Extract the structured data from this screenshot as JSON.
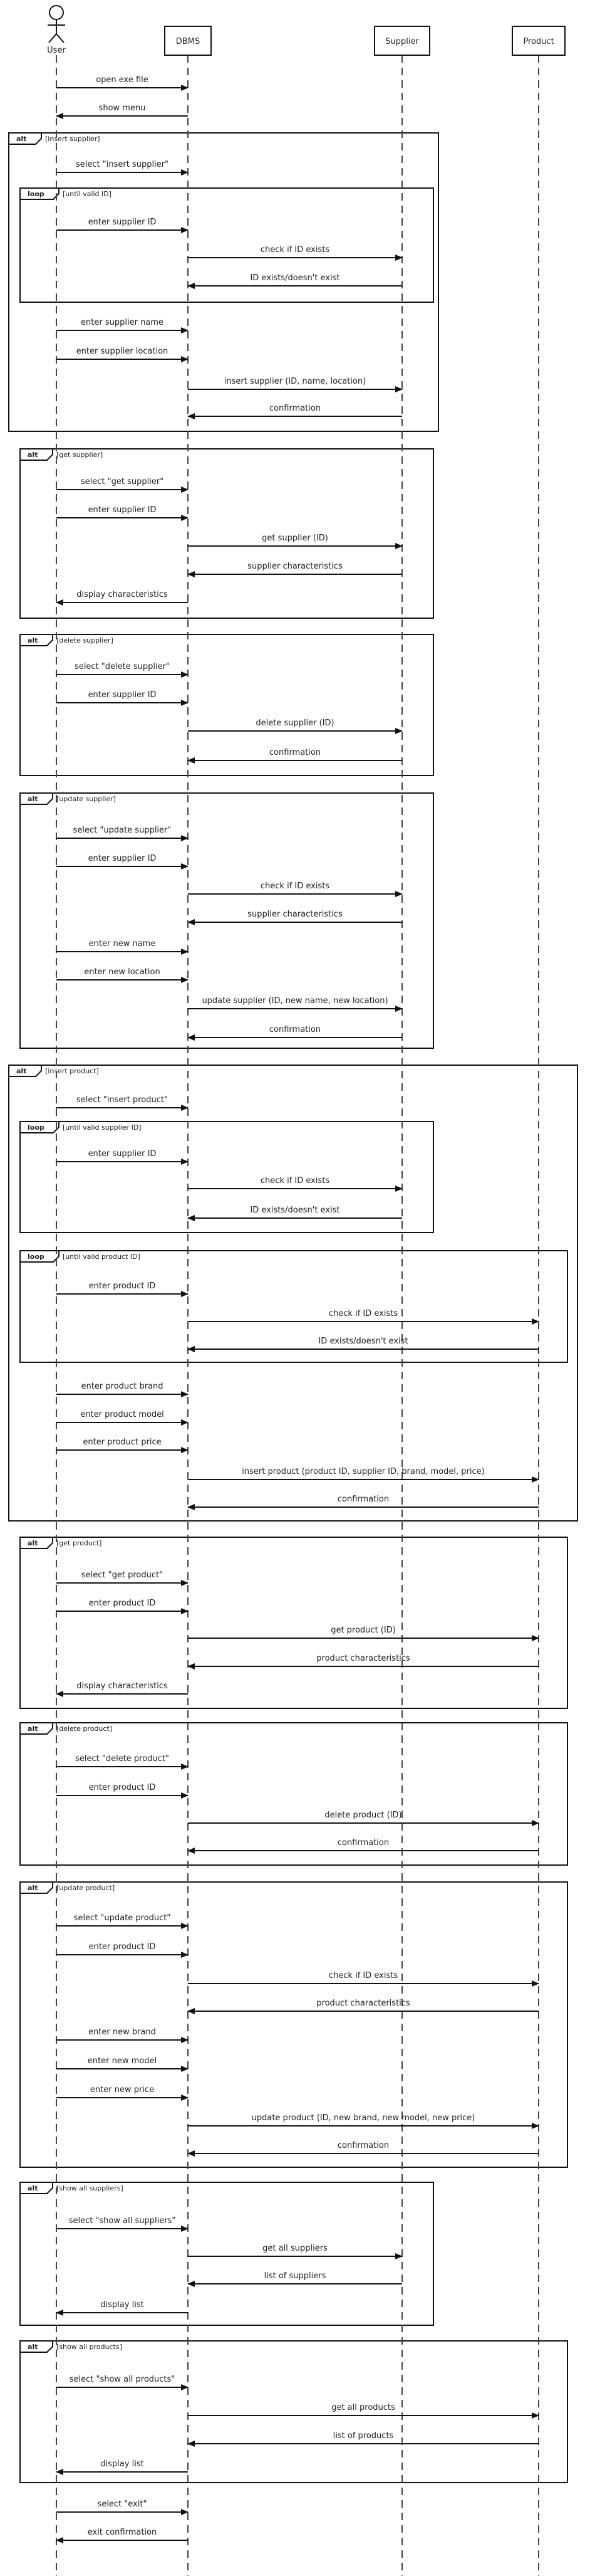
{
  "participants": [
    {
      "id": "user",
      "label": "User",
      "kind": "actor"
    },
    {
      "id": "dbms",
      "label": "DBMS",
      "kind": "box"
    },
    {
      "id": "supplier",
      "label": "Supplier",
      "kind": "box"
    },
    {
      "id": "product",
      "label": "Product",
      "kind": "box"
    }
  ],
  "messages": [
    {
      "from": "user",
      "to": "dbms",
      "text": "open exe file"
    },
    {
      "from": "dbms",
      "to": "user",
      "text": "show menu"
    },
    {
      "from": "user",
      "to": "dbms",
      "text": "select \"insert supplier\""
    },
    {
      "from": "user",
      "to": "dbms",
      "text": "enter supplier ID"
    },
    {
      "from": "dbms",
      "to": "supplier",
      "text": "check if ID exists"
    },
    {
      "from": "supplier",
      "to": "dbms",
      "text": "ID exists/doesn't exist"
    },
    {
      "from": "user",
      "to": "dbms",
      "text": "enter supplier name"
    },
    {
      "from": "user",
      "to": "dbms",
      "text": "enter supplier location"
    },
    {
      "from": "dbms",
      "to": "supplier",
      "text": "insert supplier (ID, name, location)"
    },
    {
      "from": "supplier",
      "to": "dbms",
      "text": "confirmation"
    },
    {
      "from": "user",
      "to": "dbms",
      "text": "select \"get supplier\""
    },
    {
      "from": "user",
      "to": "dbms",
      "text": "enter supplier ID"
    },
    {
      "from": "dbms",
      "to": "supplier",
      "text": "get supplier (ID)"
    },
    {
      "from": "supplier",
      "to": "dbms",
      "text": "supplier characteristics"
    },
    {
      "from": "dbms",
      "to": "user",
      "text": "display characteristics"
    },
    {
      "from": "user",
      "to": "dbms",
      "text": "select \"delete supplier\""
    },
    {
      "from": "user",
      "to": "dbms",
      "text": "enter supplier ID"
    },
    {
      "from": "dbms",
      "to": "supplier",
      "text": "delete supplier (ID)"
    },
    {
      "from": "supplier",
      "to": "dbms",
      "text": "confirmation"
    },
    {
      "from": "user",
      "to": "dbms",
      "text": "select \"update supplier\""
    },
    {
      "from": "user",
      "to": "dbms",
      "text": "enter supplier ID"
    },
    {
      "from": "dbms",
      "to": "supplier",
      "text": "check if ID exists"
    },
    {
      "from": "supplier",
      "to": "dbms",
      "text": "supplier characteristics"
    },
    {
      "from": "user",
      "to": "dbms",
      "text": "enter new name"
    },
    {
      "from": "user",
      "to": "dbms",
      "text": "enter new location"
    },
    {
      "from": "dbms",
      "to": "supplier",
      "text": "update supplier (ID, new name, new location)"
    },
    {
      "from": "supplier",
      "to": "dbms",
      "text": "confirmation"
    },
    {
      "from": "user",
      "to": "dbms",
      "text": "select \"insert product\""
    },
    {
      "from": "user",
      "to": "dbms",
      "text": "enter supplier ID"
    },
    {
      "from": "dbms",
      "to": "supplier",
      "text": "check if ID exists"
    },
    {
      "from": "supplier",
      "to": "dbms",
      "text": "ID exists/doesn't exist"
    },
    {
      "from": "user",
      "to": "dbms",
      "text": "enter product ID"
    },
    {
      "from": "dbms",
      "to": "product",
      "text": "check if ID exists"
    },
    {
      "from": "product",
      "to": "dbms",
      "text": "ID exists/doesn't exist"
    },
    {
      "from": "user",
      "to": "dbms",
      "text": "enter product brand"
    },
    {
      "from": "user",
      "to": "dbms",
      "text": "enter product model"
    },
    {
      "from": "user",
      "to": "dbms",
      "text": "enter product price"
    },
    {
      "from": "dbms",
      "to": "product",
      "text": "insert product (product ID, supplier ID, brand, model, price)"
    },
    {
      "from": "product",
      "to": "dbms",
      "text": "confirmation"
    },
    {
      "from": "user",
      "to": "dbms",
      "text": "select \"get product\""
    },
    {
      "from": "user",
      "to": "dbms",
      "text": "enter product ID"
    },
    {
      "from": "dbms",
      "to": "product",
      "text": "get product (ID)"
    },
    {
      "from": "product",
      "to": "dbms",
      "text": "product characteristics"
    },
    {
      "from": "dbms",
      "to": "user",
      "text": "display characteristics"
    },
    {
      "from": "user",
      "to": "dbms",
      "text": "select \"delete product\""
    },
    {
      "from": "user",
      "to": "dbms",
      "text": "enter product ID"
    },
    {
      "from": "dbms",
      "to": "product",
      "text": "delete product (ID)"
    },
    {
      "from": "product",
      "to": "dbms",
      "text": "confirmation"
    },
    {
      "from": "user",
      "to": "dbms",
      "text": "select \"update product\""
    },
    {
      "from": "user",
      "to": "dbms",
      "text": "enter product ID"
    },
    {
      "from": "dbms",
      "to": "product",
      "text": "check if ID exists"
    },
    {
      "from": "product",
      "to": "dbms",
      "text": "product characteristics"
    },
    {
      "from": "user",
      "to": "dbms",
      "text": "enter new brand"
    },
    {
      "from": "user",
      "to": "dbms",
      "text": "enter new model"
    },
    {
      "from": "user",
      "to": "dbms",
      "text": "enter new price"
    },
    {
      "from": "dbms",
      "to": "product",
      "text": "update product (ID, new brand, new model, new price)"
    },
    {
      "from": "product",
      "to": "dbms",
      "text": "confirmation"
    },
    {
      "from": "user",
      "to": "dbms",
      "text": "select \"show all suppliers\""
    },
    {
      "from": "dbms",
      "to": "supplier",
      "text": "get all suppliers"
    },
    {
      "from": "supplier",
      "to": "dbms",
      "text": "list of suppliers"
    },
    {
      "from": "dbms",
      "to": "user",
      "text": "display list"
    },
    {
      "from": "user",
      "to": "dbms",
      "text": "select \"show all products\""
    },
    {
      "from": "dbms",
      "to": "product",
      "text": "get all products"
    },
    {
      "from": "product",
      "to": "dbms",
      "text": "list of products"
    },
    {
      "from": "dbms",
      "to": "user",
      "text": "display list"
    },
    {
      "from": "user",
      "to": "dbms",
      "text": "select \"exit\""
    },
    {
      "from": "dbms",
      "to": "user",
      "text": "exit confirmation"
    }
  ],
  "fragments": [
    {
      "kind": "alt",
      "guard": "[insert supplier]"
    },
    {
      "kind": "loop",
      "guard": "[until valid ID]"
    },
    {
      "kind": "alt",
      "guard": "[get supplier]"
    },
    {
      "kind": "alt",
      "guard": "[delete supplier]"
    },
    {
      "kind": "alt",
      "guard": "[update supplier]"
    },
    {
      "kind": "alt",
      "guard": "[insert product]"
    },
    {
      "kind": "loop",
      "guard": "[until valid supplier ID]"
    },
    {
      "kind": "loop",
      "guard": "[until valid product ID]"
    },
    {
      "kind": "alt",
      "guard": "[get product]"
    },
    {
      "kind": "alt",
      "guard": "[delete product]"
    },
    {
      "kind": "alt",
      "guard": "[update product]"
    },
    {
      "kind": "alt",
      "guard": "[show all suppliers]"
    },
    {
      "kind": "alt",
      "guard": "[show all products]"
    }
  ]
}
